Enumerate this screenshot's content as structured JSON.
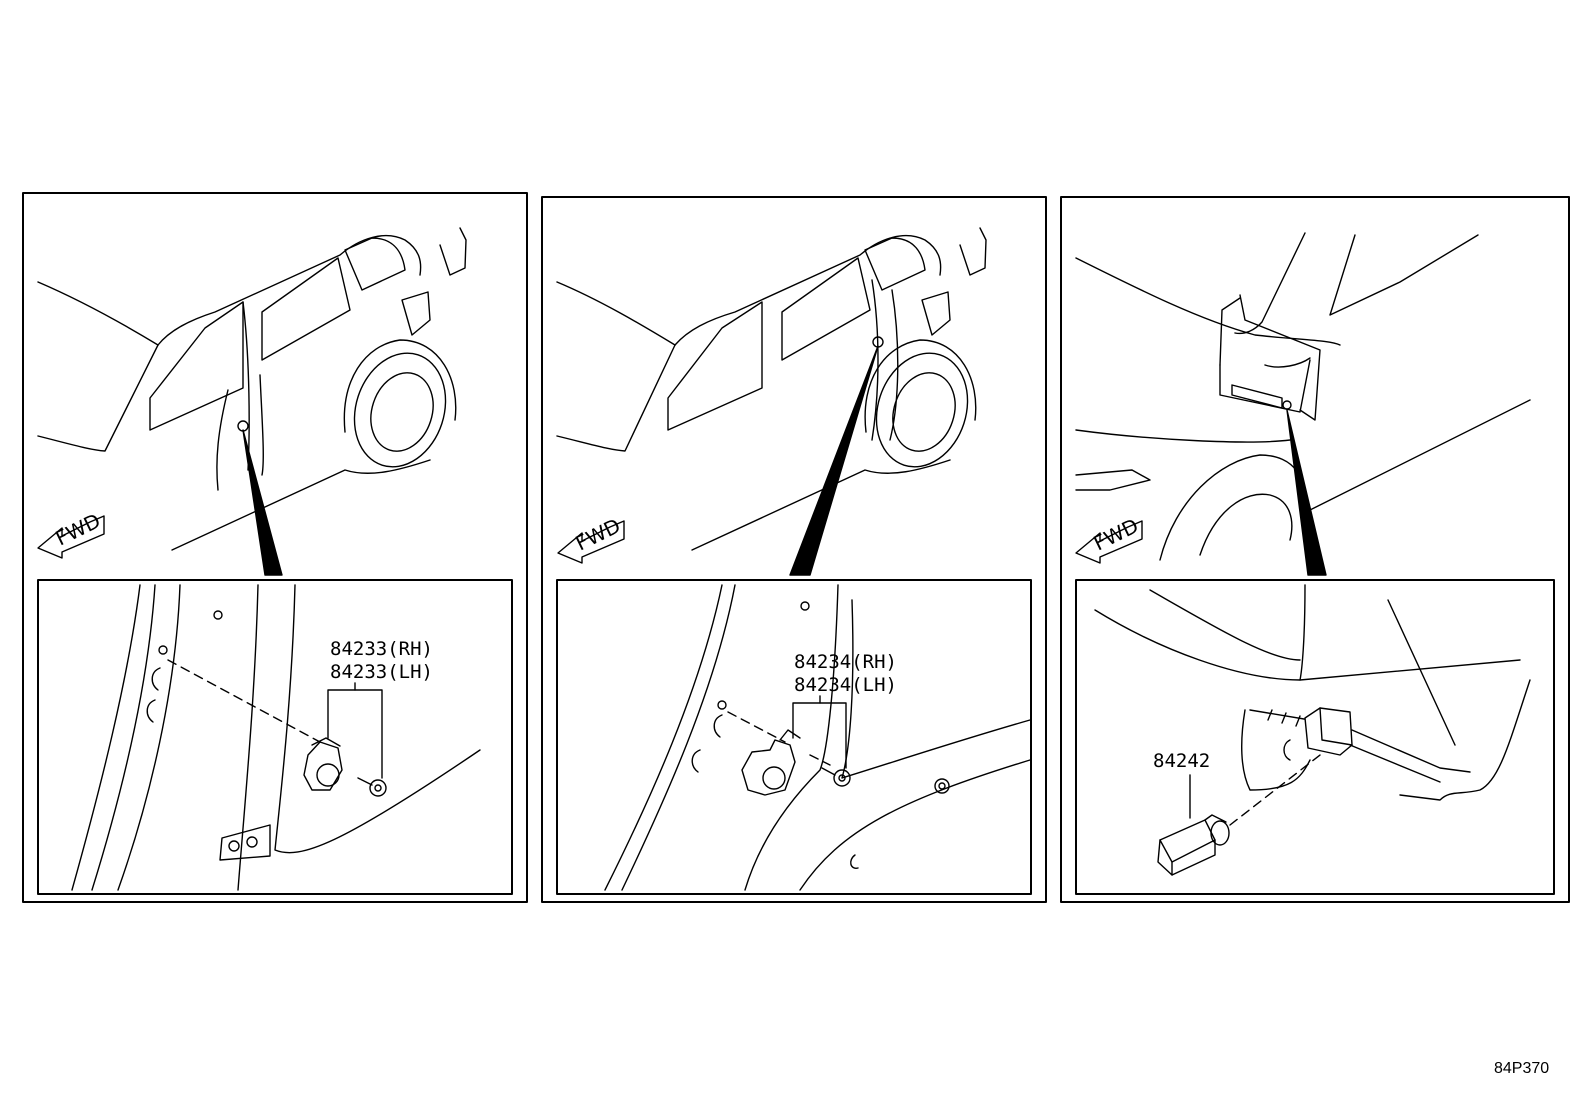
{
  "diagram_code": "84P370",
  "panels": [
    {
      "direction_label": "FWD",
      "part_labels": [
        "84233(RH)",
        "84233(LH)"
      ]
    },
    {
      "direction_label": "FWD",
      "part_labels": [
        "84234(RH)",
        "84234(LH)"
      ]
    },
    {
      "direction_label": "FWD",
      "part_labels": [
        "84242"
      ]
    }
  ]
}
